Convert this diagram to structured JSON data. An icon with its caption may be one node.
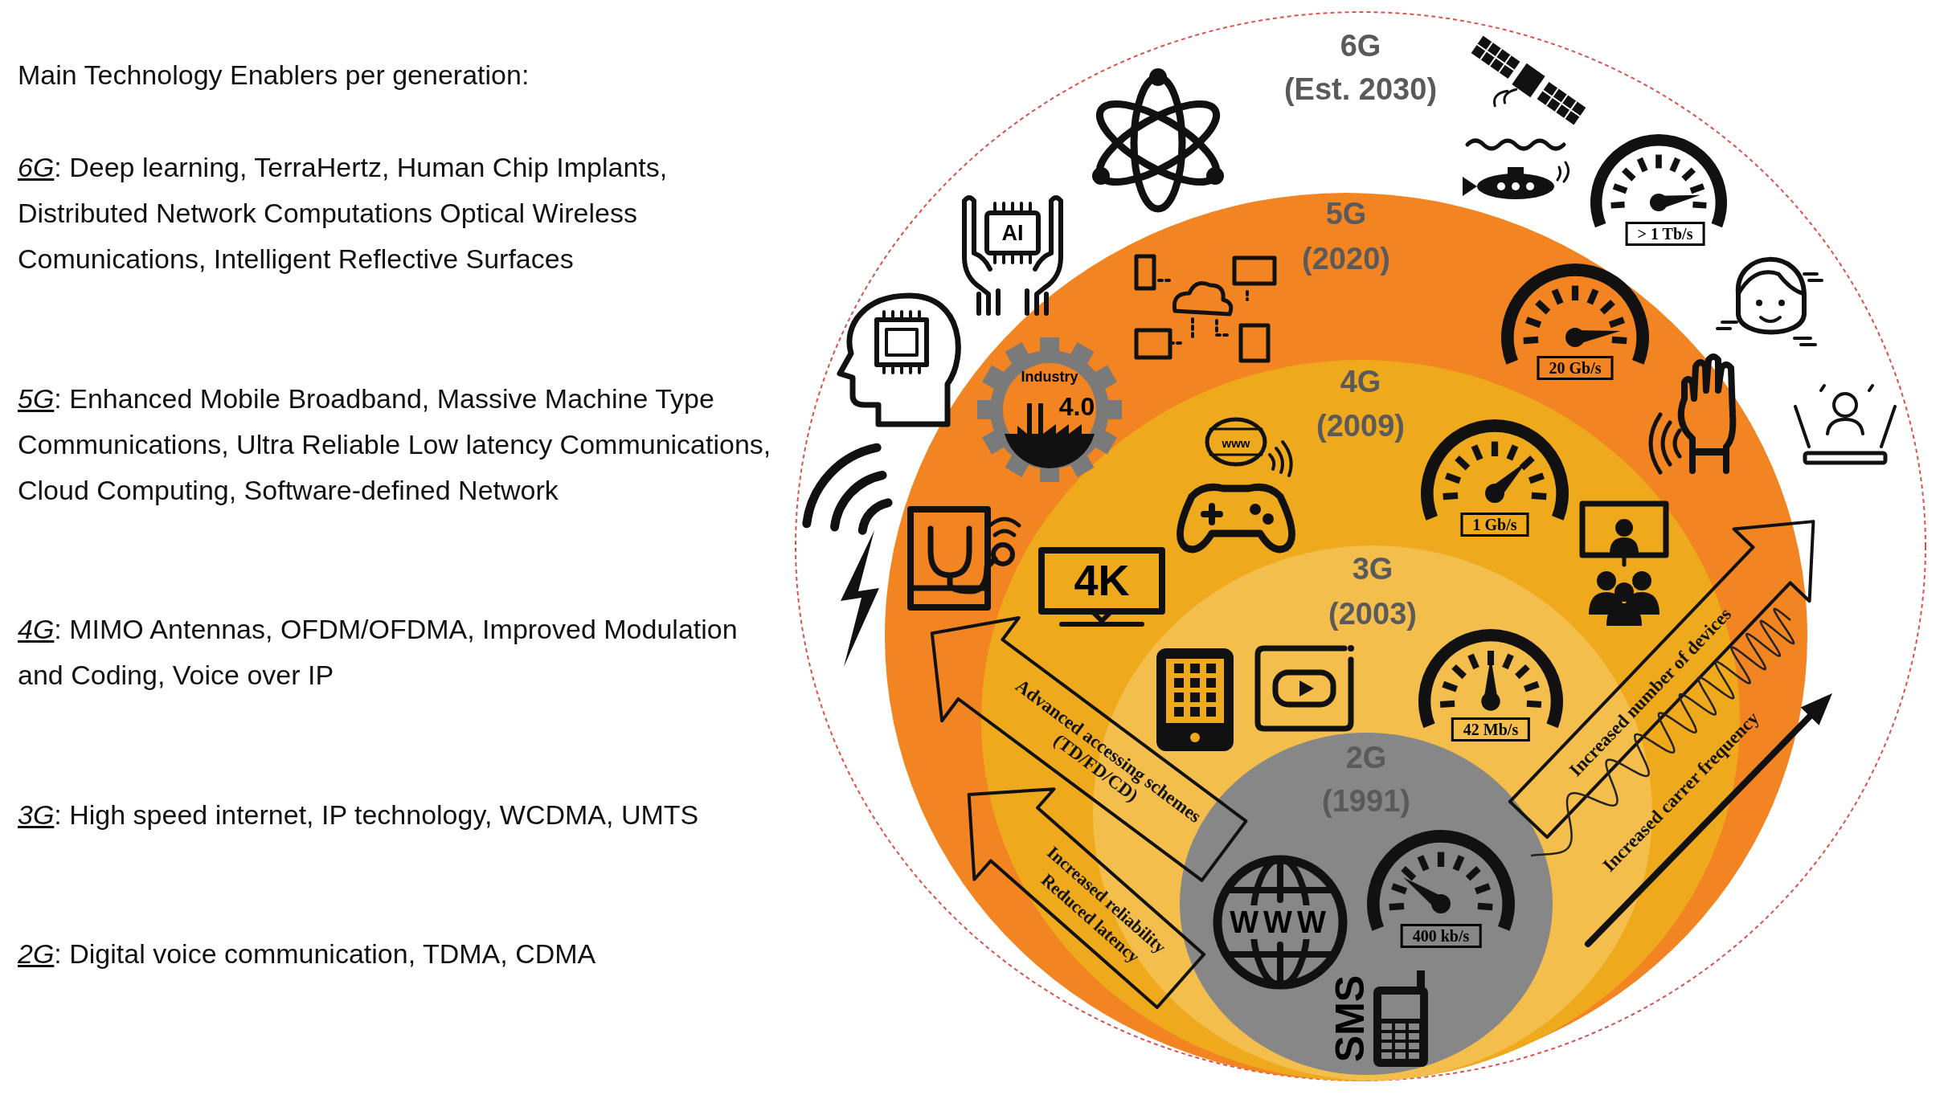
{
  "diagram": {
    "title": "Main Technology Enablers per generation:",
    "nodes": [
      {
        "text": [
          "6G",
          "(Est. 2030)"
        ]
      },
      {
        "text": [
          "5G",
          "(2020)"
        ],
        "in": 0
      },
      {
        "text": [
          "4G",
          "(2009)"
        ],
        "in": 1
      },
      {
        "text": [
          "3G",
          "(2003)"
        ],
        "in": 2
      },
      {
        "text": [
          "2G",
          "(1991)"
        ],
        "in": 3
      }
    ],
    "labels": [
      "**6G**: Deep learning, TerraHertz, Human Chip Implants, Distributed Network Computations Optical Wireless Comunications, Intelligent Reflective Surfaces",
      "**5G**: Enhanced Mobile Broadband, Massive Machine Type Communications, Ultra Reliable Low latency Communications, Cloud Computing, Software-defined Network",
      "**4G**: MIMO Antennas, OFDM/OFDMA, Improved Modulation and Coding, Voice over IP",
      "**3G**: High speed internet, IP technology, WCDMA, UMTS",
      "**2G**: Digital voice communication, TDMA, CDMA",
      "AI",
      "> 1 Tb/s",
      "Industry",
      "4.0",
      "20 Gb/s",
      "www",
      "1 Gb/s",
      "4K",
      "42 Mb/s",
      "Advanced accessing schemes (TD/FD/CD)",
      "Increased number of devices",
      "Increased carrer frequency",
      "Increased reliability",
      "Reduced latency",
      "WWW",
      "400 kb/s",
      "SMS"
    ]
  }
}
